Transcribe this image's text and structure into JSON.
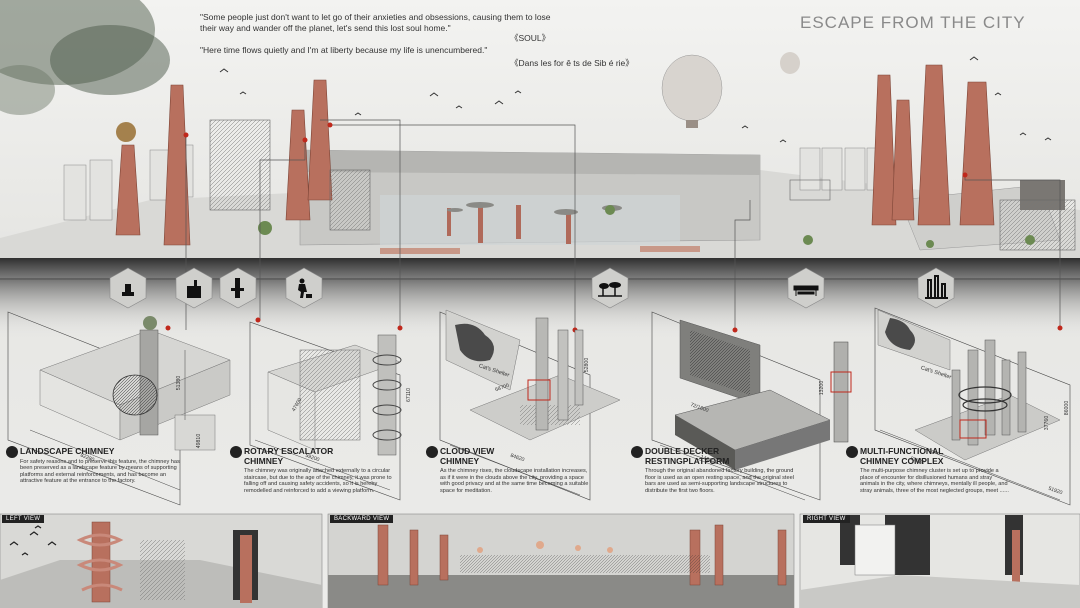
{
  "header": {
    "quote1": "\"Some people just don't want to let go of their anxieties and obsessions, causing them to lose their way and wander off the planet, let's send this lost soul home.\"",
    "cite1": "《SOUL》",
    "quote2": "\"Here time flows quietly and I'm at liberty because my life is unencumbered.\"",
    "cite2": "《Dans les for ê ts de Sib é rie》",
    "title": "ESCAPE FROM THE CITY"
  },
  "icons": [
    "person-sitting-icon",
    "chimney-stair-icon",
    "chimney-platform-icon",
    "person-walking-icon",
    "trees-icon",
    "bench-icon",
    "chimney-cluster-icon"
  ],
  "sections": [
    {
      "title": "LANDSCAPE CHIMNEY",
      "desc": "For safety reasons and to preserve this feature, the chimney has been preserved as a landscape feature by means of supporting platforms and external reinforcements, and has become an attractive feature at the entrance to the factory.",
      "dims": [
        "82280",
        "49810",
        "51380"
      ]
    },
    {
      "title": "ROTARY ESCALATOR CHIMNEY",
      "desc": "The chimney was originally attached externally to a circular staircase, but due to the age of the chimney, it was prone to falling off and causing safety accidents, so it is hereby remodelled and reinforced to add a viewing platform.",
      "dims": [
        "59200",
        "47600",
        "67110"
      ]
    },
    {
      "title": "CLOUD VIEW CHIMNEY",
      "desc": "As the chimney rises, the cloudscape installation increases, as if it were in the clouds above the city, providing a space with good privacy and at the same time becoming a suitable space for meditation.",
      "dims": [
        "84620",
        "68700",
        "52800"
      ],
      "shelter": "Cat's Shelter"
    },
    {
      "title": "DOUBLE DECKER RESTINGPLATFORM",
      "desc": "Through the original abandoned factory building, the ground floor is used as an open resting space, and the original steel bars are used as semi-supporting landscape structures to distribute the first two floors.",
      "dims": [
        "143000",
        "72/1600",
        "13200"
      ]
    },
    {
      "title": "MULTI-FUNCTIONAL CHIMNEY COMPLEX",
      "desc": "The multi-purpose chimney cluster is set up to provide a place of encounter for disillusioned humans and stray animals in the city, where chimneys, mentally ill people, and stray animals, three of the most neglected groups, meet ......",
      "dims": [
        "83620",
        "51920",
        "37760",
        "86000"
      ],
      "shelter": "Cat's Shelter"
    }
  ],
  "views": [
    "LEFT VIEW",
    "BACKWARD VIEW",
    "RIGHT VIEW"
  ],
  "colors": {
    "brick": "#b8705e",
    "brick_dark": "#8e4e40",
    "ground": "#3a3a3a",
    "accent_red": "#c0281c",
    "sky": "#ececea"
  }
}
